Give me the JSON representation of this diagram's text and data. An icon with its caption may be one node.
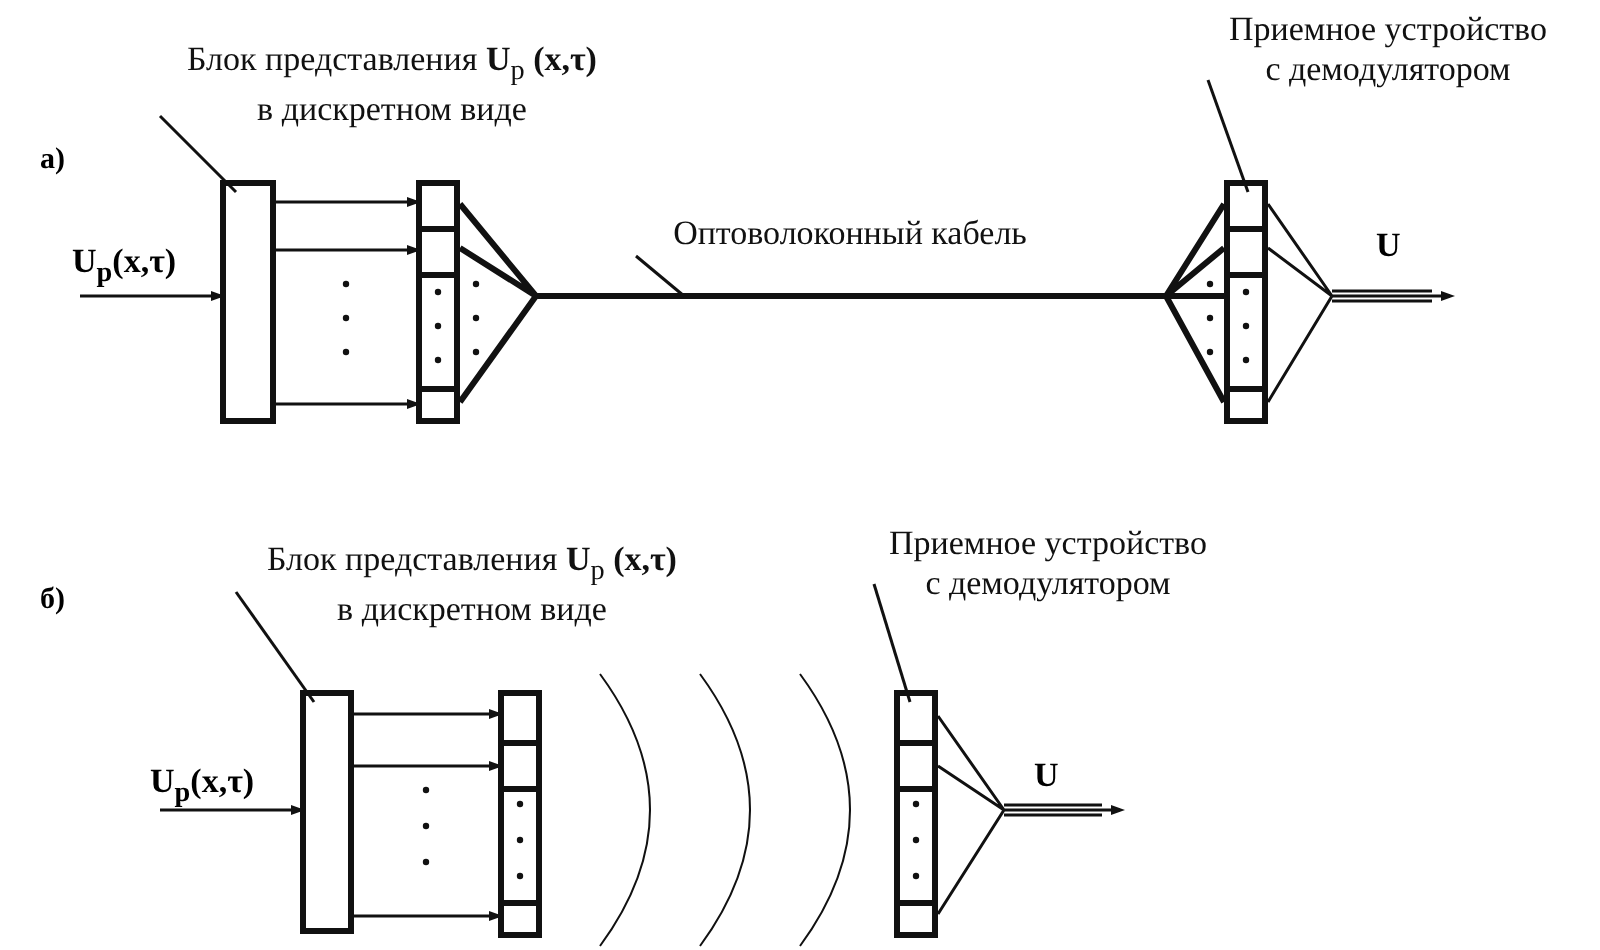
{
  "diagram": {
    "nodes": [
      {
        "text": [
          "Блок представления **U**$_{p}$ **(x,τ)** в дискретном виде"
        ]
      },
      {
        "text": [],
        "shape": "box"
      },
      {
        "text": [],
        "shape": "box"
      },
      {
        "text": [
          "Оптоволоконный кабель"
        ]
      },
      {
        "text": [
          "Приемное устройство с демодулятором"
        ]
      },
      {
        "text": [],
        "shape": "box"
      },
      {
        "text": [
          "Блок представления **U**$_{p}$ **(x,τ)** в дискретном виде"
        ]
      },
      {
        "text": [],
        "shape": "box"
      },
      {
        "text": [],
        "shape": "box"
      },
      {
        "text": [
          "Приемное устройство с демодулятором"
        ]
      },
      {
        "text": [],
        "shape": "box"
      }
    ],
    "edges": [
      {
        "from": null,
        "to": 1,
        "arrow": "to",
        "label": "U$_{p}$(x,τ)"
      },
      {
        "from": 1,
        "to": 2,
        "arrow": "to"
      },
      {
        "from": 1,
        "to": 2,
        "arrow": "to"
      },
      {
        "from": 1,
        "to": 2,
        "arrow": "to"
      },
      {
        "from": 0,
        "to": 1,
        "arrow": "none"
      },
      {
        "from": 2,
        "to": 5,
        "arrow": "none",
        "style": "thick"
      },
      {
        "from": 3,
        "to": null,
        "arrow": "none"
      },
      {
        "from": 4,
        "to": 5,
        "arrow": "none"
      },
      {
        "from": 5,
        "to": null,
        "arrow": "to",
        "label": "U"
      },
      {
        "from": null,
        "to": 7,
        "arrow": "to",
        "label": "U$_{p}$(x,τ)"
      },
      {
        "from": 7,
        "to": 8,
        "arrow": "to"
      },
      {
        "from": 7,
        "to": 8,
        "arrow": "to"
      },
      {
        "from": 7,
        "to": 8,
        "arrow": "to"
      },
      {
        "from": 6,
        "to": 7,
        "arrow": "none"
      },
      {
        "from": 9,
        "to": 10,
        "arrow": "none"
      },
      {
        "from": 10,
        "to": null,
        "arrow": "to",
        "label": "U"
      }
    ],
    "labels": [
      "а)",
      "б)"
    ]
  }
}
